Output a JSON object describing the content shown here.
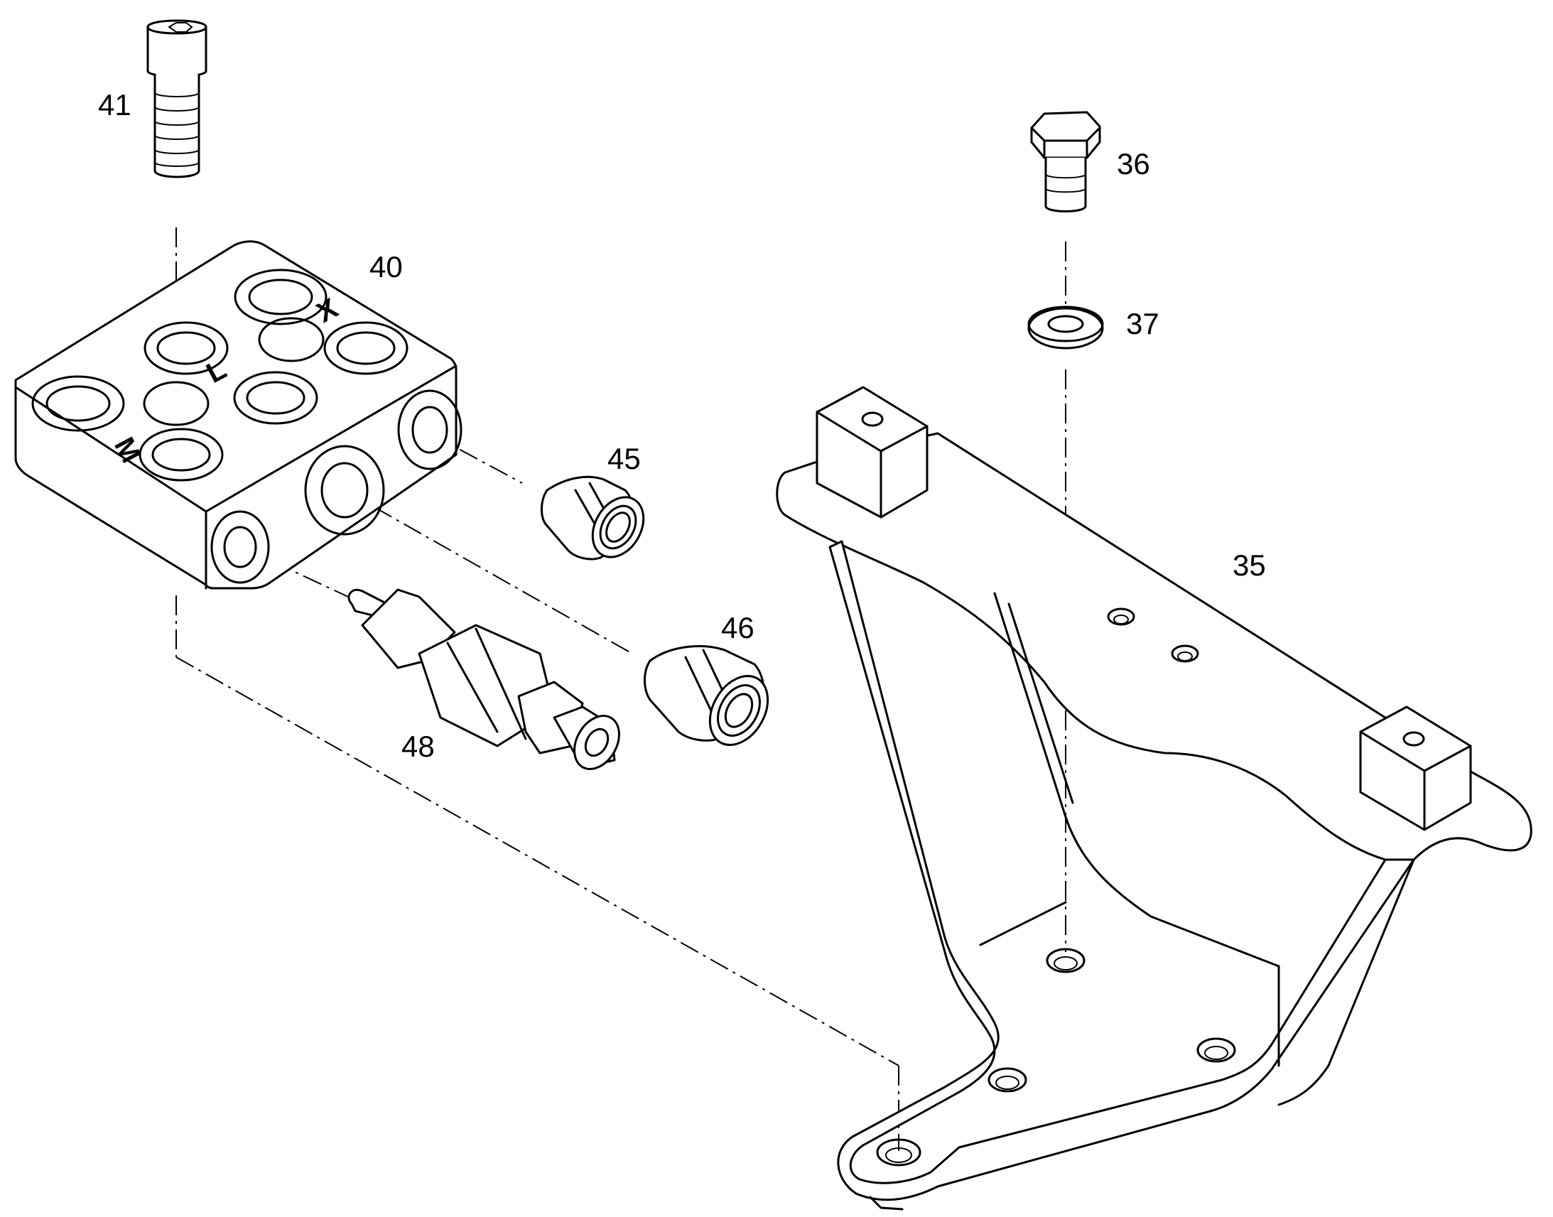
{
  "callouts": {
    "p35": "35",
    "p36": "36",
    "p37": "37",
    "p40": "40",
    "p41": "41",
    "p45": "45",
    "p46": "46",
    "p48": "48"
  },
  "ports": {
    "x": "X",
    "l": "L",
    "m": "M"
  }
}
